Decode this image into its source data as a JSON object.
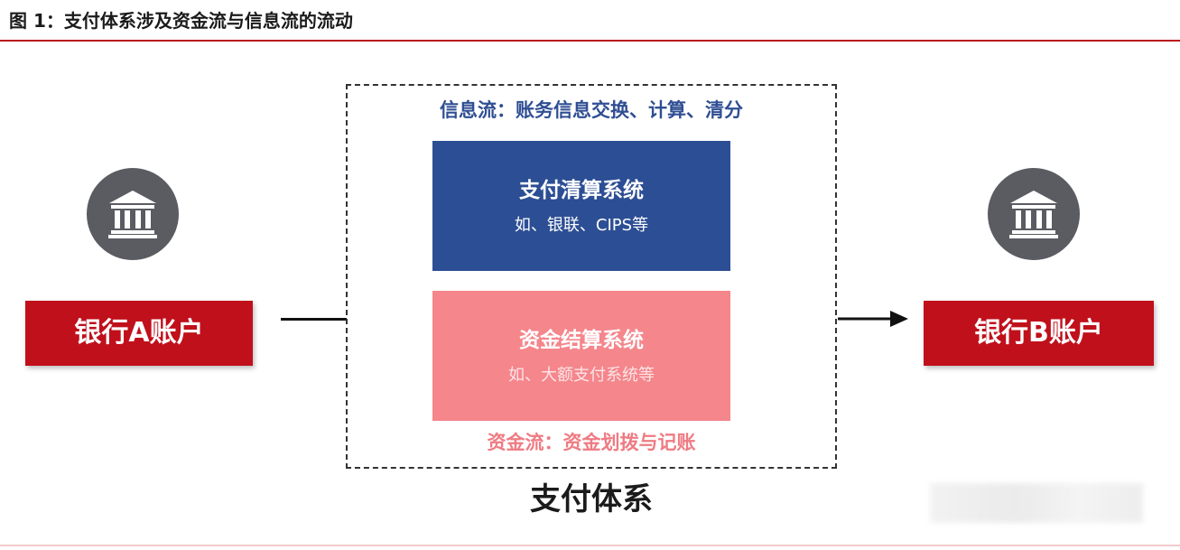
{
  "figure": {
    "title": "图 1：支付体系涉及资金流与信息流的流动"
  },
  "accounts": {
    "bank_a": "银行A账户",
    "bank_b": "银行B账户"
  },
  "payment_system": {
    "caption": "支付体系",
    "info_flow": "信息流：账务信息交换、计算、清分",
    "fund_flow": "资金流：资金划拨与记账",
    "clearing": {
      "title": "支付清算系统",
      "subtitle": "如、银联、CIPS等"
    },
    "settlement": {
      "title": "资金结算系统",
      "subtitle": "如、大额支付系统等"
    }
  },
  "icons": {
    "bank_a": "bank-building-icon",
    "bank_b": "bank-building-icon"
  },
  "colors": {
    "accent_red": "#c0101b",
    "clearing_blue": "#2c4e94",
    "settlement_pink": "#f4868c",
    "info_flow_text": "#2f4e93",
    "fund_flow_text": "#ef7b83",
    "icon_gray": "#5a5c62"
  }
}
